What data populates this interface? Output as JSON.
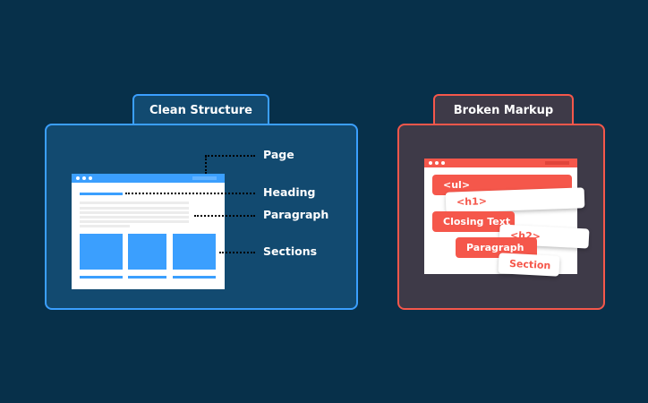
{
  "left": {
    "title": "Clean Structure",
    "labels": {
      "page": "Page",
      "heading": "Heading",
      "paragraph": "Paragraph",
      "sections": "Sections"
    },
    "accent": "#3b9ffe"
  },
  "right": {
    "title": "Broken Markup",
    "tags": [
      "<ul>",
      "<h1>",
      "Closing Text",
      "<h2>",
      "Paragraph",
      "Section"
    ],
    "accent": "#f5574b"
  }
}
